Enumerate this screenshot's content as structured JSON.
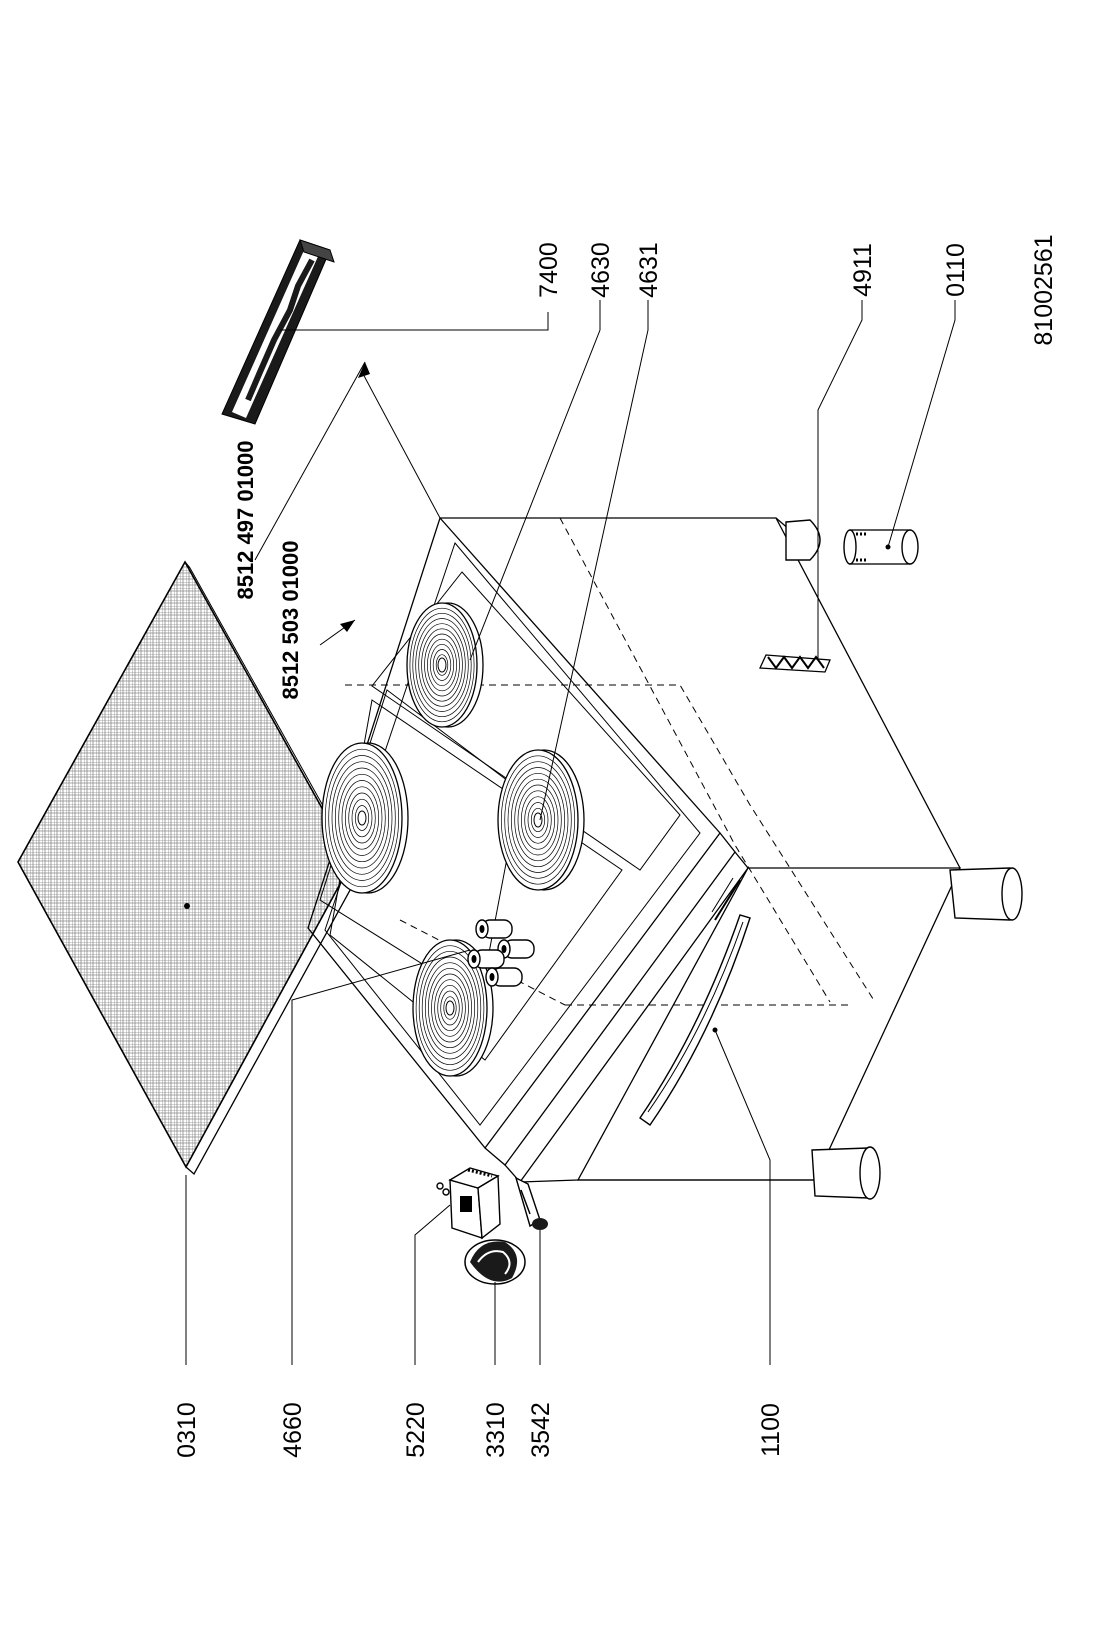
{
  "diagram": {
    "labels_left": [
      "0310",
      "4660",
      "5220",
      "3310",
      "3542",
      "1100"
    ],
    "labels_right": [
      "7400",
      "4630",
      "4631",
      "4911",
      "0110"
    ],
    "drawing_number": "81002561",
    "part_numbers": [
      "8512 497 01000",
      "8512 503 01000"
    ],
    "colors": {
      "ink": "#000000",
      "paper": "#ffffff",
      "glass_hatch": "#9a9a9a"
    }
  }
}
